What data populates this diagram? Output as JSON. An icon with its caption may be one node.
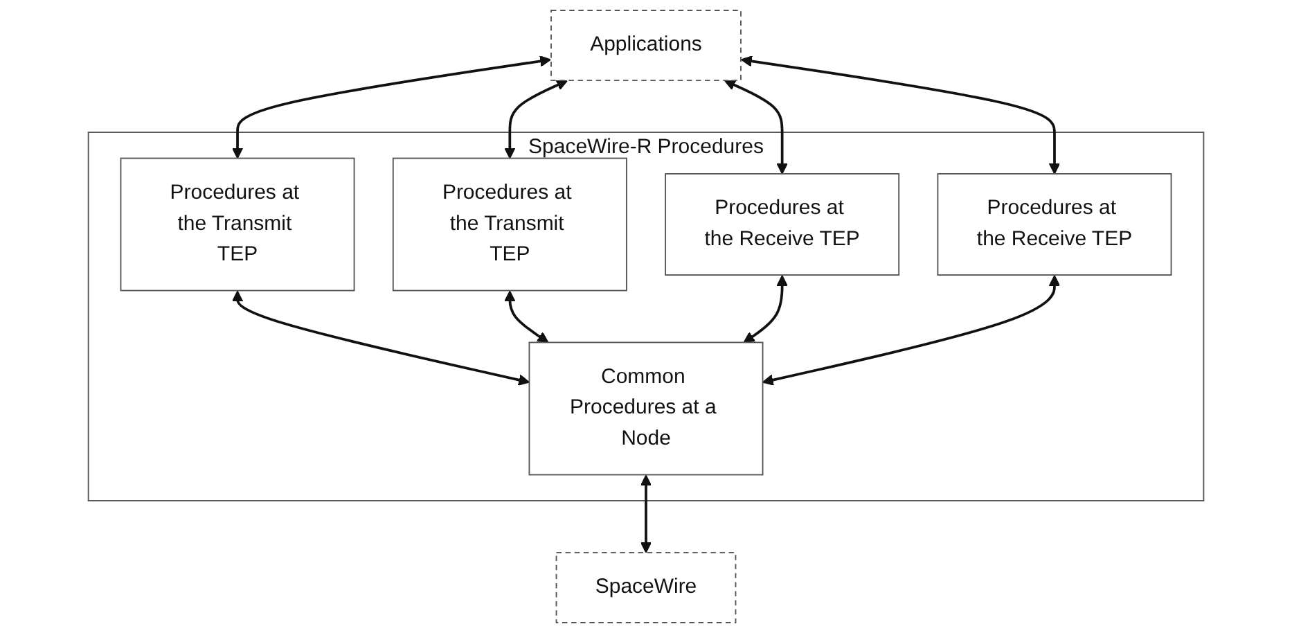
{
  "diagram": {
    "nodes": [
      {
        "text": [
          "Applications"
        ]
      },
      {
        "text": [
          "SpaceWire-R Procedures"
        ]
      },
      {
        "text": [
          "Procedures at the Transmit TEP"
        ],
        "in": 1
      },
      {
        "text": [
          "Procedures at the Transmit TEP"
        ],
        "in": 1
      },
      {
        "text": [
          "Procedures at the Receive TEP"
        ],
        "in": 1
      },
      {
        "text": [
          "Procedures at the Receive TEP"
        ],
        "in": 1
      },
      {
        "text": [
          "Common Procedures at a Node"
        ],
        "in": 1
      },
      {
        "text": [
          "SpaceWire"
        ]
      }
    ],
    "edges": [
      {
        "from": 0,
        "to": 2,
        "arrow": "both"
      },
      {
        "from": 0,
        "to": 3,
        "arrow": "both"
      },
      {
        "from": 0,
        "to": 4,
        "arrow": "both"
      },
      {
        "from": 0,
        "to": 5,
        "arrow": "both"
      },
      {
        "from": 2,
        "to": 6,
        "arrow": "both"
      },
      {
        "from": 3,
        "to": 6,
        "arrow": "both"
      },
      {
        "from": 4,
        "to": 6,
        "arrow": "both"
      },
      {
        "from": 5,
        "to": 6,
        "arrow": "both"
      },
      {
        "from": 6,
        "to": 7,
        "arrow": "both"
      }
    ]
  }
}
